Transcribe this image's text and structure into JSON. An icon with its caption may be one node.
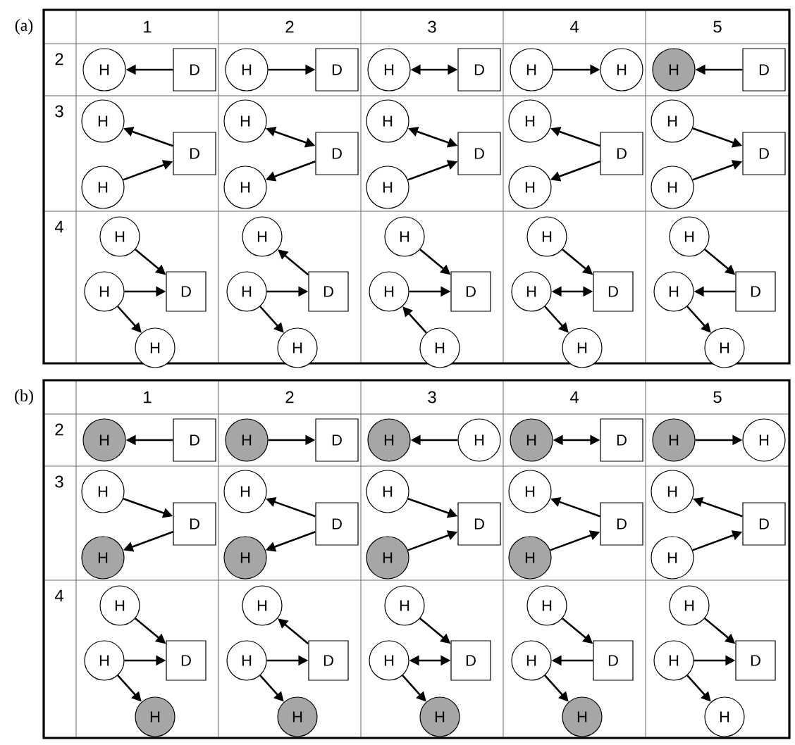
{
  "diagram": {
    "nodes": [
      {
        "text": [
          "H"
        ]
      },
      {
        "text": [
          "D"
        ]
      },
      {
        "text": [
          "H"
        ]
      },
      {
        "text": [
          "D"
        ]
      },
      {
        "text": [
          "H"
        ]
      },
      {
        "text": [
          "D"
        ]
      },
      {
        "text": [
          "H"
        ]
      },
      {
        "text": [
          "H"
        ]
      },
      {
        "text": [
          "H"
        ]
      },
      {
        "text": [
          "D"
        ]
      },
      {
        "text": [
          "H"
        ]
      },
      {
        "text": [
          "D"
        ]
      },
      {
        "text": [
          "H"
        ]
      },
      {
        "text": [
          "H"
        ]
      },
      {
        "text": [
          "D"
        ]
      },
      {
        "text": [
          "H"
        ]
      },
      {
        "text": [
          "H"
        ]
      },
      {
        "text": [
          "D"
        ]
      },
      {
        "text": [
          "H"
        ]
      },
      {
        "text": [
          "H"
        ]
      },
      {
        "text": [
          "D"
        ]
      },
      {
        "text": [
          "H"
        ]
      },
      {
        "text": [
          "H"
        ]
      },
      {
        "text": [
          "D"
        ]
      },
      {
        "text": [
          "H"
        ]
      },
      {
        "text": [
          "H"
        ]
      },
      {
        "text": [
          "H"
        ]
      },
      {
        "text": [
          "D"
        ]
      },
      {
        "text": [
          "H"
        ]
      },
      {
        "text": [
          "H"
        ]
      },
      {
        "text": [
          "H"
        ]
      },
      {
        "text": [
          "D"
        ]
      },
      {
        "text": [
          "H"
        ]
      },
      {
        "text": [
          "H"
        ]
      },
      {
        "text": [
          "H"
        ]
      },
      {
        "text": [
          "D"
        ]
      },
      {
        "text": [
          "H"
        ]
      },
      {
        "text": [
          "H"
        ]
      },
      {
        "text": [
          "H"
        ]
      },
      {
        "text": [
          "D"
        ]
      },
      {
        "text": [
          "H"
        ]
      },
      {
        "text": [
          "H"
        ]
      },
      {
        "text": [
          "H"
        ]
      },
      {
        "text": [
          "D"
        ]
      },
      {
        "text": [
          "H"
        ]
      },
      {
        "text": [
          "H"
        ]
      },
      {
        "text": [
          "D"
        ]
      },
      {
        "text": [
          "H"
        ]
      },
      {
        "text": [
          "D"
        ]
      },
      {
        "text": [
          "H"
        ]
      },
      {
        "text": [
          "H"
        ]
      },
      {
        "text": [
          "H"
        ]
      },
      {
        "text": [
          "D"
        ]
      },
      {
        "text": [
          "H"
        ]
      },
      {
        "text": [
          "H"
        ]
      },
      {
        "text": [
          "H"
        ]
      },
      {
        "text": [
          "D"
        ]
      },
      {
        "text": [
          "H"
        ]
      },
      {
        "text": [
          "H"
        ]
      },
      {
        "text": [
          "D"
        ]
      },
      {
        "text": [
          "H"
        ]
      },
      {
        "text": [
          "H"
        ]
      },
      {
        "text": [
          "D"
        ]
      },
      {
        "text": [
          "H"
        ]
      },
      {
        "text": [
          "H"
        ]
      },
      {
        "text": [
          "D"
        ]
      },
      {
        "text": [
          "H"
        ]
      },
      {
        "text": [
          "H"
        ]
      },
      {
        "text": [
          "D"
        ]
      },
      {
        "text": [
          "H"
        ]
      },
      {
        "text": [
          "H"
        ]
      },
      {
        "text": [
          "H"
        ]
      },
      {
        "text": [
          "D"
        ]
      },
      {
        "text": [
          "H"
        ]
      },
      {
        "text": [
          "H"
        ]
      },
      {
        "text": [
          "H"
        ]
      },
      {
        "text": [
          "D"
        ]
      },
      {
        "text": [
          "H"
        ]
      },
      {
        "text": [
          "H"
        ]
      },
      {
        "text": [
          "H"
        ]
      },
      {
        "text": [
          "D"
        ]
      },
      {
        "text": [
          "H"
        ]
      },
      {
        "text": [
          "H"
        ]
      },
      {
        "text": [
          "H"
        ]
      },
      {
        "text": [
          "D"
        ]
      },
      {
        "text": [
          "H"
        ]
      },
      {
        "text": [
          "H"
        ]
      },
      {
        "text": [
          "H"
        ]
      },
      {
        "text": [
          "D"
        ]
      },
      {
        "text": [
          "H"
        ]
      }
    ],
    "edges": [
      {
        "from": 1,
        "to": 0,
        "arrow": "to"
      },
      {
        "from": 2,
        "to": 3,
        "arrow": "to"
      },
      {
        "from": 4,
        "to": 5,
        "arrow": "both"
      },
      {
        "from": 6,
        "to": 7,
        "arrow": "to"
      },
      {
        "from": 9,
        "to": 8,
        "arrow": "to"
      },
      {
        "from": 11,
        "to": 10,
        "arrow": "to"
      },
      {
        "from": 12,
        "to": 11,
        "arrow": "to"
      },
      {
        "from": 13,
        "to": 14,
        "arrow": "both"
      },
      {
        "from": 14,
        "to": 15,
        "arrow": "to"
      },
      {
        "from": 16,
        "to": 17,
        "arrow": "both"
      },
      {
        "from": 18,
        "to": 17,
        "arrow": "to"
      },
      {
        "from": 20,
        "to": 19,
        "arrow": "to"
      },
      {
        "from": 20,
        "to": 21,
        "arrow": "to"
      },
      {
        "from": 22,
        "to": 23,
        "arrow": "to"
      },
      {
        "from": 24,
        "to": 23,
        "arrow": "to"
      },
      {
        "from": 25,
        "to": 27,
        "arrow": "to"
      },
      {
        "from": 26,
        "to": 27,
        "arrow": "to"
      },
      {
        "from": 26,
        "to": 28,
        "arrow": "to"
      },
      {
        "from": 31,
        "to": 29,
        "arrow": "to"
      },
      {
        "from": 30,
        "to": 31,
        "arrow": "to"
      },
      {
        "from": 30,
        "to": 32,
        "arrow": "to"
      },
      {
        "from": 33,
        "to": 35,
        "arrow": "to"
      },
      {
        "from": 34,
        "to": 35,
        "arrow": "to"
      },
      {
        "from": 36,
        "to": 34,
        "arrow": "to"
      },
      {
        "from": 37,
        "to": 39,
        "arrow": "to"
      },
      {
        "from": 38,
        "to": 39,
        "arrow": "both"
      },
      {
        "from": 38,
        "to": 40,
        "arrow": "to"
      },
      {
        "from": 41,
        "to": 43,
        "arrow": "to"
      },
      {
        "from": 43,
        "to": 42,
        "arrow": "to"
      },
      {
        "from": 42,
        "to": 44,
        "arrow": "to"
      },
      {
        "from": 46,
        "to": 45,
        "arrow": "to"
      },
      {
        "from": 47,
        "to": 48,
        "arrow": "to"
      },
      {
        "from": 50,
        "to": 49,
        "arrow": "to"
      },
      {
        "from": 51,
        "to": 52,
        "arrow": "both"
      },
      {
        "from": 53,
        "to": 54,
        "arrow": "to"
      },
      {
        "from": 55,
        "to": 56,
        "arrow": "to"
      },
      {
        "from": 56,
        "to": 57,
        "arrow": "to"
      },
      {
        "from": 59,
        "to": 58,
        "arrow": "to"
      },
      {
        "from": 59,
        "to": 60,
        "arrow": "to"
      },
      {
        "from": 61,
        "to": 62,
        "arrow": "to"
      },
      {
        "from": 63,
        "to": 62,
        "arrow": "to"
      },
      {
        "from": 65,
        "to": 64,
        "arrow": "to"
      },
      {
        "from": 66,
        "to": 65,
        "arrow": "to"
      },
      {
        "from": 68,
        "to": 67,
        "arrow": "to"
      },
      {
        "from": 69,
        "to": 68,
        "arrow": "to"
      },
      {
        "from": 70,
        "to": 72,
        "arrow": "to"
      },
      {
        "from": 71,
        "to": 72,
        "arrow": "to"
      },
      {
        "from": 71,
        "to": 73,
        "arrow": "to"
      },
      {
        "from": 76,
        "to": 74,
        "arrow": "to"
      },
      {
        "from": 75,
        "to": 76,
        "arrow": "to"
      },
      {
        "from": 75,
        "to": 77,
        "arrow": "to"
      },
      {
        "from": 78,
        "to": 80,
        "arrow": "to"
      },
      {
        "from": 79,
        "to": 80,
        "arrow": "both"
      },
      {
        "from": 79,
        "to": 81,
        "arrow": "to"
      },
      {
        "from": 82,
        "to": 84,
        "arrow": "to"
      },
      {
        "from": 84,
        "to": 83,
        "arrow": "to"
      },
      {
        "from": 83,
        "to": 85,
        "arrow": "to"
      },
      {
        "from": 86,
        "to": 88,
        "arrow": "to"
      },
      {
        "from": 87,
        "to": 88,
        "arrow": "to"
      },
      {
        "from": 87,
        "to": 89,
        "arrow": "to"
      }
    ],
    "labels": [
      "(a)",
      "1",
      "2",
      "3",
      "4",
      "5",
      "2",
      "3",
      "4",
      "(b)",
      "1",
      "2",
      "3",
      "4",
      "5",
      "2",
      "3",
      "4"
    ]
  }
}
